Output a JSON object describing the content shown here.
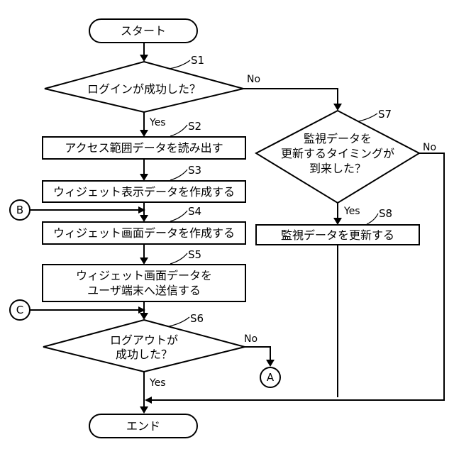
{
  "nodes": {
    "start": "スタート",
    "s1": "ログインが成功した？",
    "s2": "アクセス範囲データを読み出す",
    "s3": "ウィジェット表示データを作成する",
    "s4": "ウィジェット画面データを作成する",
    "s5": [
      "ウィジェット画面データを",
      "ユーザ端末へ送信する"
    ],
    "s6": [
      "ログアウトが",
      "成功した？"
    ],
    "s7": [
      "監視データを",
      "更新するタイミングが",
      "到来した？"
    ],
    "s8": "監視データを更新する",
    "end": "エンド"
  },
  "step_labels": {
    "s1": "S1",
    "s2": "S2",
    "s3": "S3",
    "s4": "S4",
    "s5": "S5",
    "s6": "S6",
    "s7": "S7",
    "s8": "S8"
  },
  "branch_labels": {
    "s1_yes": "Yes",
    "s1_no": "No",
    "s6_yes": "Yes",
    "s6_no": "No",
    "s7_yes": "Yes",
    "s7_no": "No"
  },
  "connectors": {
    "a": "A",
    "b": "B",
    "c": "C"
  }
}
